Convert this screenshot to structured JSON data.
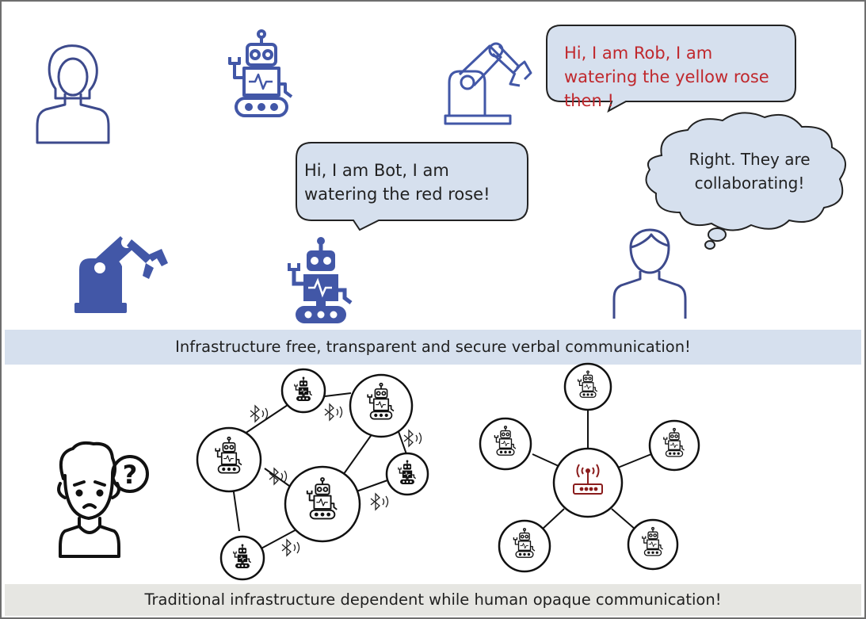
{
  "bubbles": {
    "rob": "Hi, I am Rob, I am watering the yellow rose then !",
    "bot": "Hi, I am Bot, I am watering the red rose!",
    "thought": "Right. They are collaborating!"
  },
  "banners": {
    "top": "Infrastructure free, transparent and secure verbal communication!",
    "bottom": "Traditional infrastructure dependent while human opaque communication!"
  },
  "icons": {
    "question_mark": "?"
  },
  "colors": {
    "human_icon": "#3d4a8c",
    "robot_fill": "#4257a7",
    "bubble_fill": "#d6e0ee",
    "top_banner": "#d6e0ee",
    "bottom_banner": "#e6e6e2",
    "red_text": "#c0282d",
    "router_red": "#8a1c1c"
  }
}
